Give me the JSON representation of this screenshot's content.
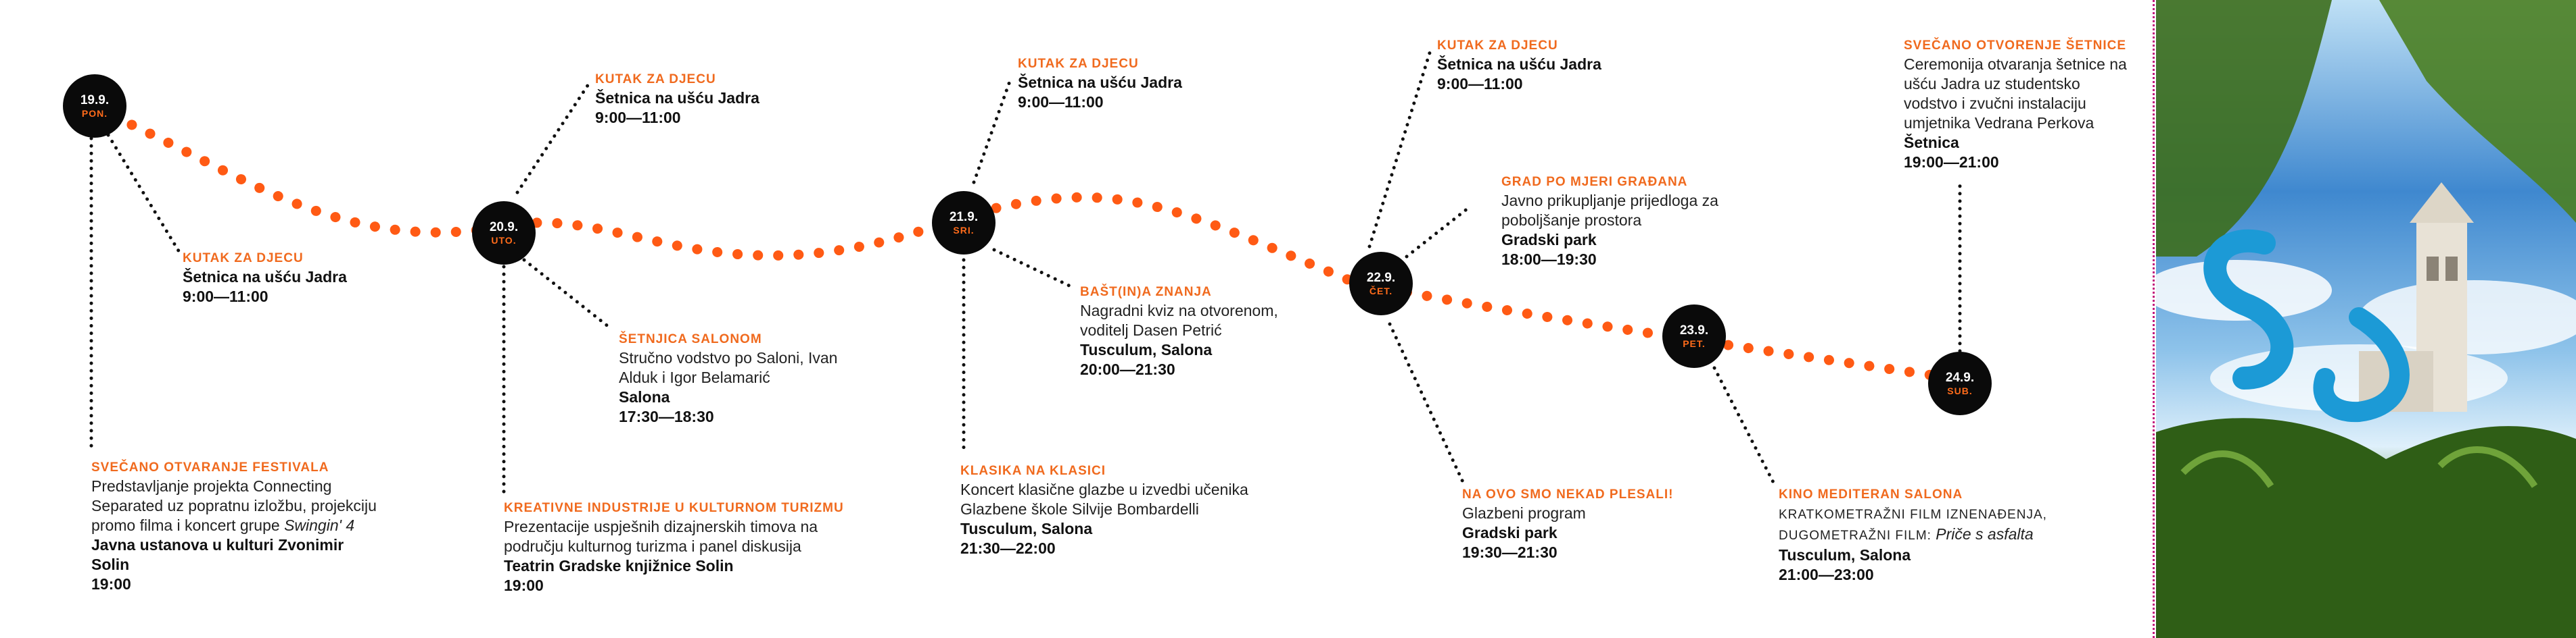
{
  "days": [
    {
      "date": "19.9.",
      "weekday": "PON."
    },
    {
      "date": "20.9.",
      "weekday": "UTO."
    },
    {
      "date": "21.9.",
      "weekday": "SRI."
    },
    {
      "date": "22.9.",
      "weekday": "ČET."
    },
    {
      "date": "23.9.",
      "weekday": "PET."
    },
    {
      "date": "24.9.",
      "weekday": "SUB."
    }
  ],
  "events": [
    {
      "category": "KUTAK ZA DJECU",
      "place": "Šetnica na ušću Jadra",
      "time": "9:00—11:00"
    },
    {
      "category": "SVEČANO OTVARANJE FESTIVALA",
      "desc_1": "Predstavljanje projekta Connecting Separated uz popratnu izložbu, projekciju promo filma i koncert grupe ",
      "desc_italic": "Swingin' 4",
      "place": "Javna ustanova u kulturi Zvonimir Solin",
      "time": "19:00"
    },
    {
      "category": "KUTAK ZA DJECU",
      "place": "Šetnica na ušću Jadra",
      "time": "9:00—11:00"
    },
    {
      "category": "ŠETNJICA SALONOM",
      "desc": "Stručno vodstvo po Saloni, Ivan Alduk i Igor Belamarić",
      "place": "Salona",
      "time": "17:30—18:30"
    },
    {
      "category": "KREATIVNE INDUSTRIJE U KULTURNOM TURIZMU",
      "desc": "Prezentacije uspješnih dizajnerskih timova na području kulturnog turizma i panel diskusija",
      "place": "Teatrin Gradske knjižnice Solin",
      "time": "19:00"
    },
    {
      "category": "KUTAK ZA DJECU",
      "place": "Šetnica na ušću Jadra",
      "time": "9:00—11:00"
    },
    {
      "category": "BAŠT(IN)A ZNANJA",
      "desc": "Nagradni kviz na otvorenom, voditelj Dasen Petrić",
      "place": "Tusculum, Salona",
      "time": "20:00—21:30"
    },
    {
      "category": "KLASIKA NA KLASICI",
      "desc": "Koncert klasične glazbe u izvedbi učenika Glazbene škole Silvije Bombardelli",
      "place": "Tusculum, Salona",
      "time": "21:30—22:00"
    },
    {
      "category": "KUTAK ZA DJECU",
      "place": "Šetnica na ušću Jadra",
      "time": "9:00—11:00"
    },
    {
      "category": "GRAD PO MJERI GRAĐANA",
      "desc": "Javno prikupljanje prijedloga za poboljšanje prostora",
      "place": "Gradski park",
      "time": "18:00—19:30"
    },
    {
      "category": "NA OVO SMO NEKAD PLESALI!",
      "desc": "Glazbeni program",
      "place": "Gradski park",
      "time": "19:30—21:30"
    },
    {
      "category": "KINO MEDITERAN SALONA",
      "desc_small": "KRATKOMETRAŽNI FILM IZNENAĐENJA, DUGOMETRAŽNI FILM: ",
      "desc_italic": "Priče s asfalta",
      "place": "Tusculum, Salona",
      "time": "21:00—23:00"
    },
    {
      "category": "SVEČANO OTVORENJE ŠETNICE",
      "desc": "Ceremonija otvaranja šetnice na ušću Jadra uz studentsko vodstvo i zvučni instalaciju umjetnika Vedrana Perkova",
      "place": "Šetnica",
      "time": "19:00—21:00"
    }
  ],
  "colors": {
    "accent": "#f06a1e",
    "dot": "#ff5a14",
    "badge": "#0a0a0a",
    "connector": "#111111"
  }
}
